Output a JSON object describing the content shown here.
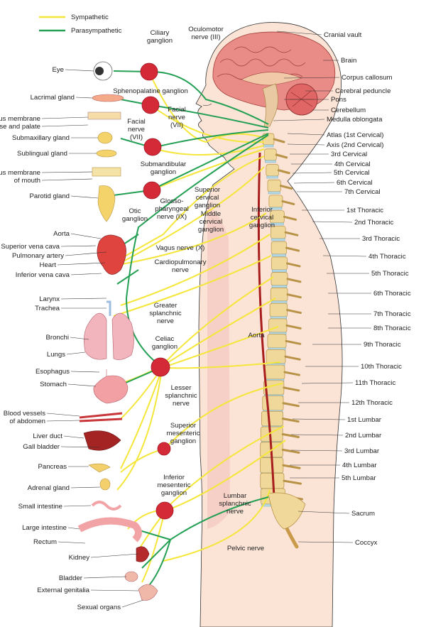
{
  "legend": {
    "sympathetic": {
      "label": "Sympathetic",
      "color": "#f5e63a"
    },
    "parasympathetic": {
      "label": "Parasympathetic",
      "color": "#24a055"
    }
  },
  "colors": {
    "ganglion": "#d42a38",
    "bone": "#f0d79a",
    "disc": "#b9dbe7",
    "skin": "#fbe3d5",
    "brain": "#e98b87",
    "aorta": "#a81d1d"
  },
  "left_labels": [
    "Eye",
    "Lacrimal gland",
    "Mucous membrane",
    "of nose and palate",
    "Submaxillary gland",
    "Sublingual gland",
    "Mucous membrane",
    "of mouth",
    "Parotid gland",
    "Aorta",
    "Superior vena cava",
    "Pulmonary artery",
    "Heart",
    "Inferior vena cava",
    "Larynx",
    "Trachea",
    "Bronchi",
    "Lungs",
    "Esophagus",
    "Stomach",
    "Blood vessels",
    "of abdomen",
    "Liver duct",
    "Gall bladder",
    "Pancreas",
    "Adrenal gland",
    "Small intestine",
    "Large intestine",
    "Rectum",
    "Kidney",
    "Bladder",
    "External genitalia",
    "Sexual organs"
  ],
  "center_labels": [
    "Ciliary",
    "ganglion",
    "Oculomotor",
    "nerve (III)",
    "Sphenopalatine ganglion",
    "Facial",
    "nerve",
    "(VII)",
    "Facial",
    "nerve",
    "(VII)",
    "Submandibular",
    "ganglion",
    "Superior",
    "cervical",
    "ganglion",
    "Otic",
    "ganglion",
    "Glosso-",
    "pharyngeal",
    "nerve (IX)",
    "Middle",
    "cervical",
    "ganglion",
    "Inferior",
    "cervical",
    "ganglion",
    "Vagus nerve (X)",
    "Cardiopulmonary",
    "nerve",
    "Greater",
    "splanchnic",
    "nerve",
    "Celiac",
    "ganglion",
    "Aorta",
    "Lesser",
    "splanchnic",
    "nerve",
    "Superior",
    "mesenteric",
    "ganglion",
    "Inferior",
    "mesenteric",
    "ganglion",
    "Lumbar",
    "splanchnic",
    "nerve",
    "Pelvic nerve"
  ],
  "right_labels": [
    "Cranial vault",
    "Brain",
    "Corpus callosum",
    "Cerebral peduncle",
    "Pons",
    "Cerebellum",
    "Medulla oblongata",
    "Atlas (1st Cervical)",
    "Axis (2nd Cervical)",
    "3rd Cervical",
    "4th Cervical",
    "5th Cervical",
    "6th Cervical",
    "7th Cervical",
    "1st Thoracic",
    "2nd Thoracic",
    "3rd Thoracic",
    "4th Thoracic",
    "5th Thoracic",
    "6th Thoracic",
    "7th Thoracic",
    "8th Thoracic",
    "9th Thoracic",
    "10th Thoracic",
    "11th Thoracic",
    "12th Thoracic",
    "1st Lumbar",
    "2nd Lumbar",
    "3rd Lumbar",
    "4th Lumbar",
    "5th Lumbar",
    "Sacrum",
    "Coccyx"
  ]
}
